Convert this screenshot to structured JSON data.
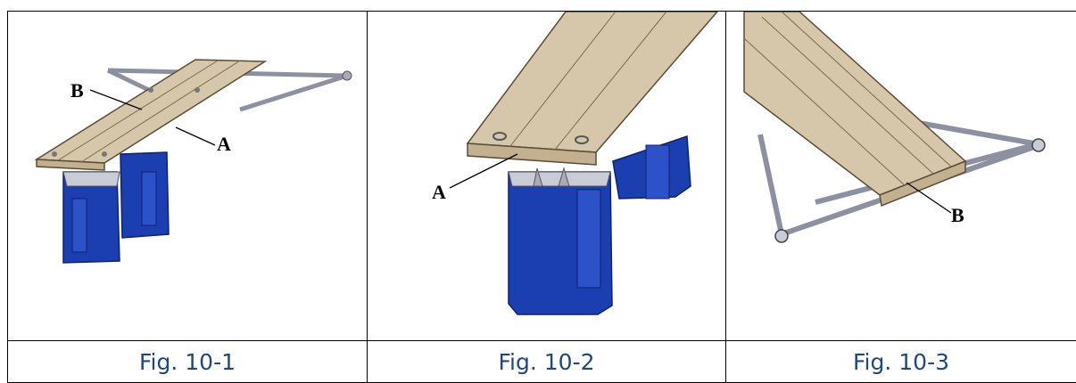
{
  "figures": [
    {
      "caption": "Fig. 10-1",
      "labels": {
        "a": "A",
        "b": "B"
      }
    },
    {
      "caption": "Fig. 10-2",
      "labels": {
        "a": "A"
      }
    },
    {
      "caption": "Fig. 10-3",
      "labels": {
        "b": "B"
      }
    }
  ],
  "colors": {
    "caption": "#1f497d",
    "wood": "#d6c7ab",
    "float": "#1b3fb0",
    "frame": "#a9acb8"
  }
}
